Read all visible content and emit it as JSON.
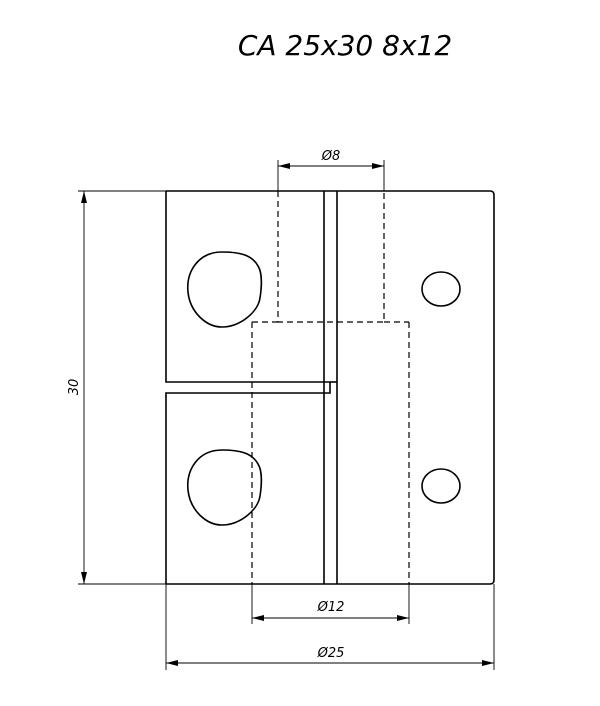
{
  "title": "CA 25x30 8x12",
  "dimensions": {
    "bore_small": "Ø8",
    "bore_large": "Ø12",
    "outer_diameter": "Ø25",
    "height": "30"
  }
}
